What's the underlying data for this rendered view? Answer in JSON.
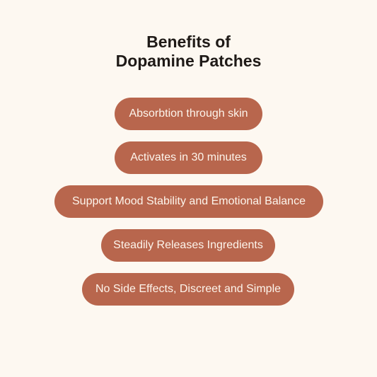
{
  "heading": {
    "line1": "Benefits of",
    "line2": "Dopamine Patches"
  },
  "benefits": [
    "Absorbtion through skin",
    "Activates in 30 minutes",
    "Support Mood Stability and Emotional Balance",
    "Steadily Releases Ingredients",
    "No Side Effects, Discreet and Simple"
  ],
  "colors": {
    "background": "#fdf8f1",
    "pill": "#b8664d",
    "pill_text": "#fdf5ec",
    "heading": "#1f1a17"
  }
}
